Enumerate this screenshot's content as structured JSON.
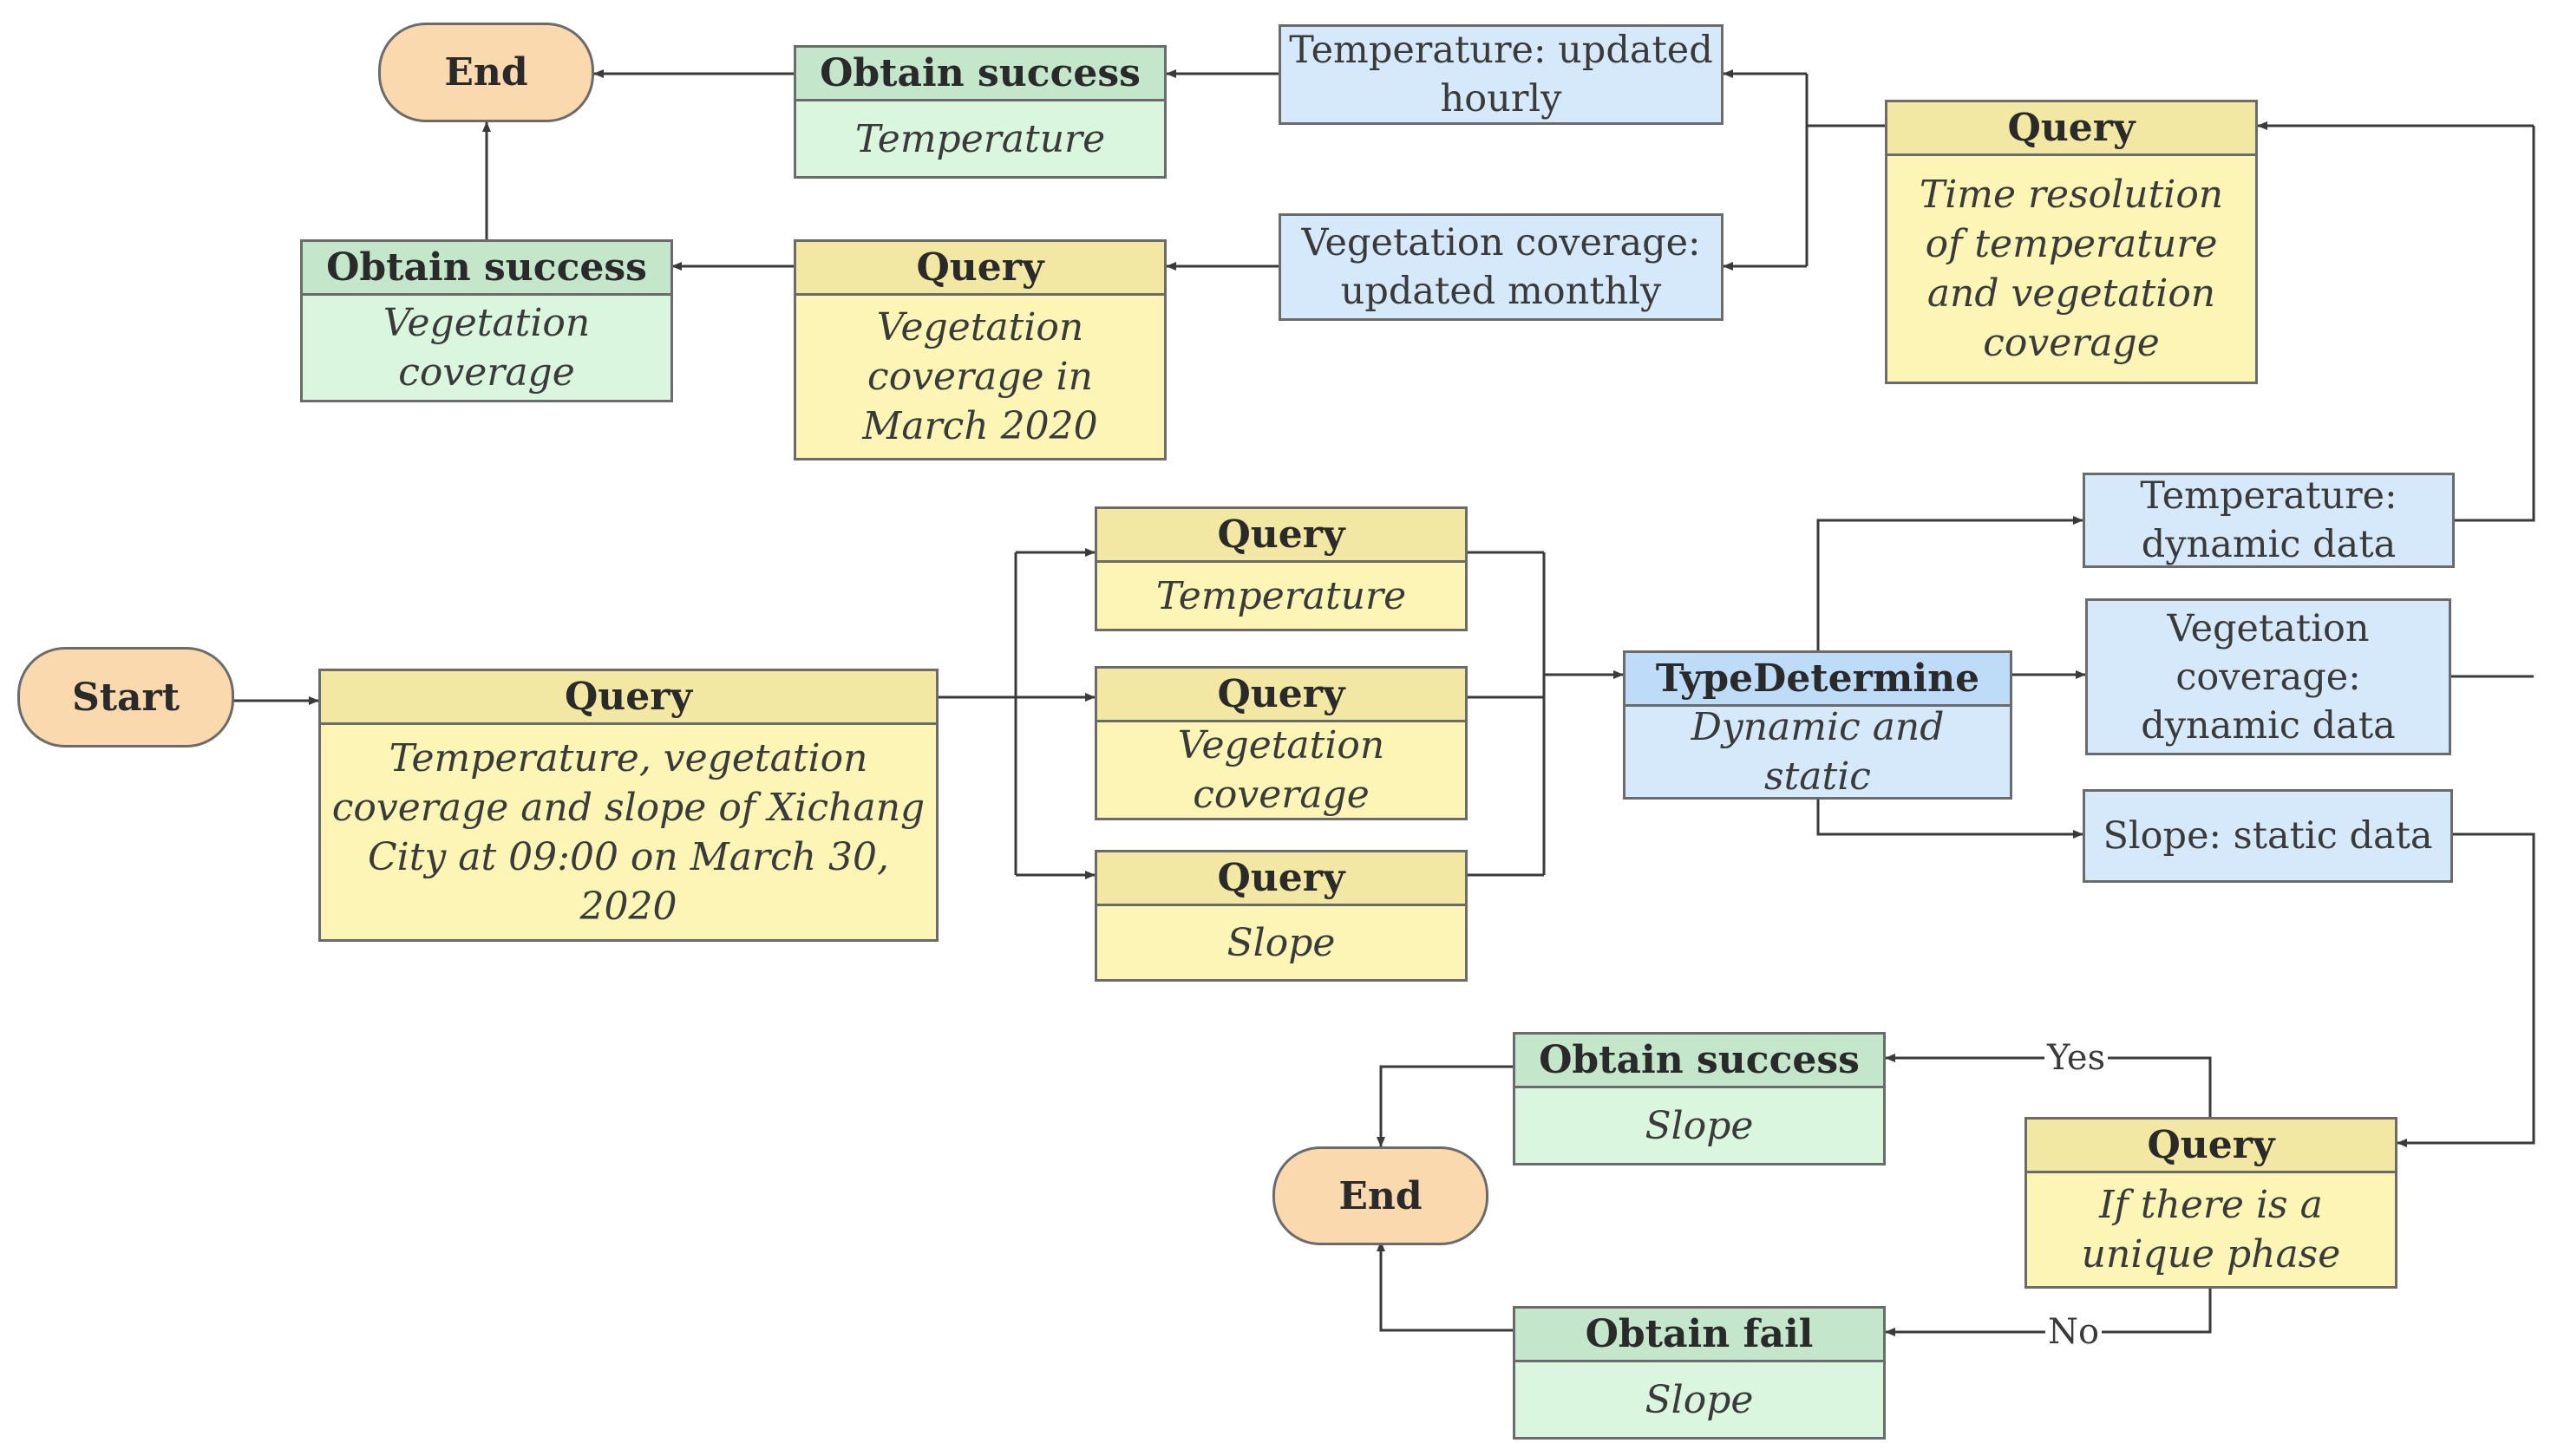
{
  "terminals": {
    "start": "Start",
    "end_top": "End",
    "end_bottom": "End"
  },
  "nodes": {
    "main_query": {
      "header": "Query",
      "body": "Temperature, vegetation coverage and slope of Xichang City at 09:00 on March 30, 2020"
    },
    "q_temperature": {
      "header": "Query",
      "body": "Temperature"
    },
    "q_vegetation": {
      "header": "Query",
      "body": "Vegetation coverage"
    },
    "q_slope": {
      "header": "Query",
      "body": "Slope"
    },
    "type_determine": {
      "header": "TypeDetermine",
      "body": "Dynamic and static"
    },
    "q_time_resolution": {
      "header": "Query",
      "body": "Time resolution of temperature and vegetation coverage"
    },
    "q_veg_march": {
      "header": "Query",
      "body": "Vegetation coverage in March 2020"
    },
    "success_temperature": {
      "header": "Obtain success",
      "body": "Temperature"
    },
    "success_vegetation": {
      "header": "Obtain success",
      "body": "Vegetation coverage"
    },
    "q_unique_phase": {
      "header": "Query",
      "body": "If there is a unique phase"
    },
    "success_slope": {
      "header": "Obtain success",
      "body": "Slope"
    },
    "fail_slope": {
      "header": "Obtain fail",
      "body": "Slope"
    }
  },
  "info": {
    "temp_hourly": "Temperature: updated hourly",
    "veg_monthly": "Vegetation coverage: updated monthly",
    "temp_dynamic": "Temperature: dynamic data",
    "veg_dynamic": "Vegetation coverage: dynamic data",
    "slope_static": "Slope: static data"
  },
  "edge_labels": {
    "yes": "Yes",
    "no": "No"
  },
  "colors": {
    "query_fill": "#fcf5b5",
    "success_fill": "#dbf6de",
    "info_fill": "#d6e9fb",
    "terminal_fill": "#fbd9ae",
    "line": "#3a3a3a"
  }
}
